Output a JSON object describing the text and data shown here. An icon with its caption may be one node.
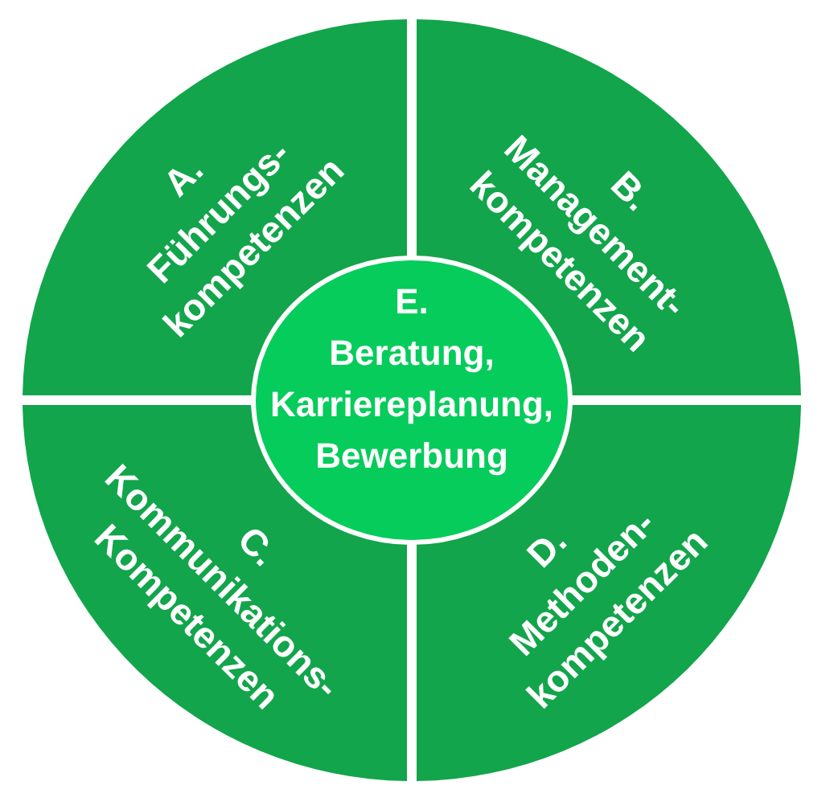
{
  "diagram": {
    "nodes": [
      {
        "text": [
          "A.",
          "Führungs- kompetenzen"
        ]
      },
      {
        "text": [
          "B.",
          "Management- kompetenzen"
        ]
      },
      {
        "text": [
          "C.",
          "Kommunikations- Kompetenzen"
        ]
      },
      {
        "text": [
          "D.",
          "Methoden- kompetenzen"
        ]
      },
      {
        "text": [
          "E.",
          "Beratung, Karriereplanung, Bewerbung"
        ]
      }
    ]
  }
}
